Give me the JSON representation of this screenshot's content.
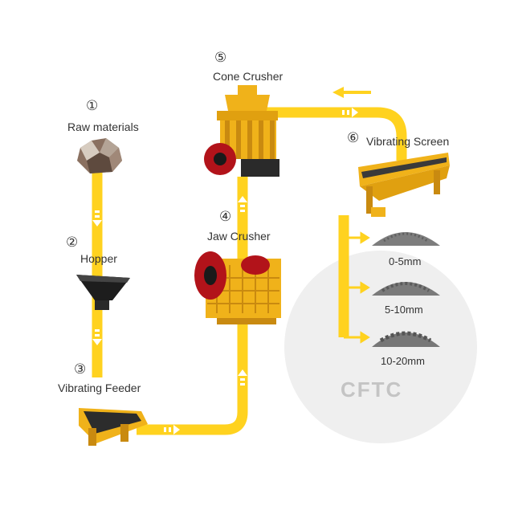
{
  "steps": [
    {
      "number": "①",
      "label": "Raw materials"
    },
    {
      "number": "②",
      "label": "Hopper"
    },
    {
      "number": "③",
      "label": "Vibrating Feeder"
    },
    {
      "number": "④",
      "label": "Jaw Crusher"
    },
    {
      "number": "⑤",
      "label": "Cone Crusher"
    },
    {
      "number": "⑥",
      "label": "Vibrating Screen"
    }
  ],
  "products": [
    {
      "size": "0-5mm"
    },
    {
      "size": "5-10mm"
    },
    {
      "size": "10-20mm"
    }
  ],
  "logo_text": "CFTC",
  "colors": {
    "flow": "#ffd21f",
    "machine": "#f0b21a",
    "machine_dark": "#c98a10",
    "wheel": "#b2131a",
    "gravel": "#7b7b7b",
    "circle_bg": "#eeeeee"
  }
}
